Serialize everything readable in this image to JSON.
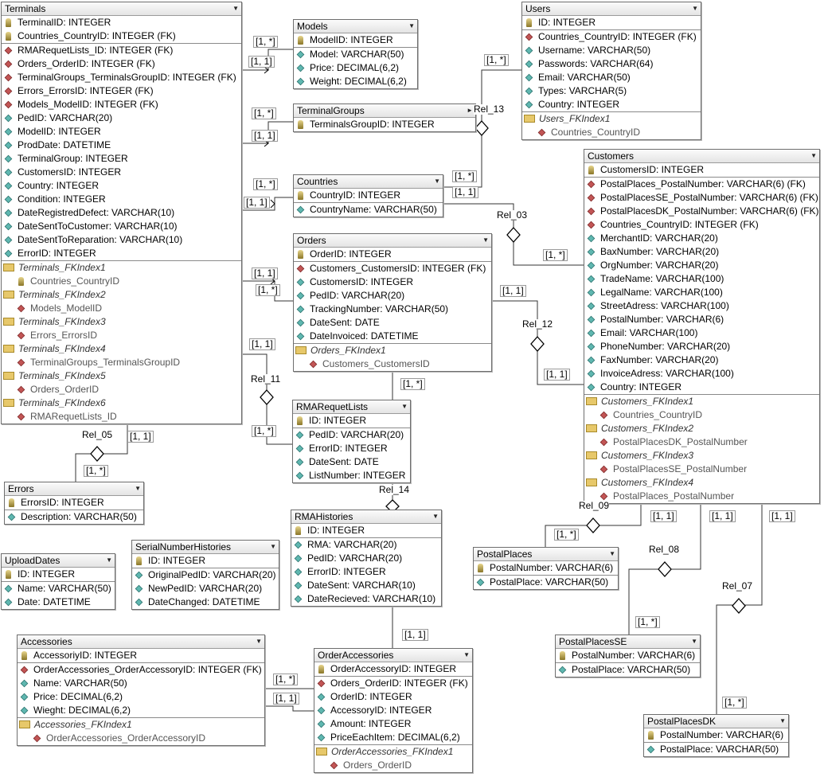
{
  "tables": [
    {
      "id": "terminals",
      "name": "Terminals",
      "dropdown": "▼",
      "columns": [
        {
          "t": "pk",
          "text": "TerminalID: INTEGER"
        },
        {
          "t": "pk",
          "text": "Countries_CountryID: INTEGER (FK)"
        },
        {
          "t": "sep"
        },
        {
          "t": "fk",
          "text": "RMARequetLists_ID: INTEGER (FK)"
        },
        {
          "t": "fk",
          "text": "Orders_OrderID: INTEGER (FK)"
        },
        {
          "t": "fk",
          "text": "TerminalGroups_TerminalsGroupID: INTEGER (FK)"
        },
        {
          "t": "fk",
          "text": "Errors_ErrorsID: INTEGER (FK)"
        },
        {
          "t": "fk",
          "text": "Models_ModelID: INTEGER (FK)"
        },
        {
          "t": "at",
          "text": "PedID: VARCHAR(20)"
        },
        {
          "t": "at",
          "text": "ModelID: INTEGER"
        },
        {
          "t": "at",
          "text": "ProdDate: DATETIME"
        },
        {
          "t": "at",
          "text": "TerminalGroup: INTEGER"
        },
        {
          "t": "at",
          "text": "CustomersID: INTEGER"
        },
        {
          "t": "at",
          "text": "Country: INTEGER"
        },
        {
          "t": "at",
          "text": "Condition: INTEGER"
        },
        {
          "t": "at",
          "text": "DateRegistredDefect: VARCHAR(10)"
        },
        {
          "t": "at",
          "text": "DateSentToCustomer: VARCHAR(10)"
        },
        {
          "t": "at",
          "text": "DateSentToReparation: VARCHAR(10)"
        },
        {
          "t": "at",
          "text": "ErrorID: INTEGER"
        }
      ],
      "indexes": [
        {
          "name": "Terminals_FKIndex1",
          "col": "Countries_CountryID",
          "colType": "pk"
        },
        {
          "name": "Terminals_FKIndex2",
          "col": "Models_ModelID",
          "colType": "fk"
        },
        {
          "name": "Terminals_FKIndex3",
          "col": "Errors_ErrorsID",
          "colType": "fk"
        },
        {
          "name": "Terminals_FKIndex4",
          "col": "TerminalGroups_TerminalsGroupID",
          "colType": "fk"
        },
        {
          "name": "Terminals_FKIndex5",
          "col": "Orders_OrderID",
          "colType": "fk"
        },
        {
          "name": "Terminals_FKIndex6",
          "col": "RMARequetLists_ID",
          "colType": "fk"
        }
      ]
    },
    {
      "id": "models",
      "name": "Models",
      "dropdown": "▼",
      "columns": [
        {
          "t": "pk",
          "text": "ModelID: INTEGER"
        },
        {
          "t": "sep"
        },
        {
          "t": "at",
          "text": "Model: VARCHAR(50)"
        },
        {
          "t": "at",
          "text": "Price: DECIMAL(6,2)"
        },
        {
          "t": "at",
          "text": "Weight: DECIMAL(6,2)"
        }
      ],
      "indexes": []
    },
    {
      "id": "terminalgroups",
      "name": "TerminalGroups",
      "dropdown": "►",
      "columns": [
        {
          "t": "pk",
          "text": "TerminalsGroupID: INTEGER"
        }
      ],
      "indexes": []
    },
    {
      "id": "countries",
      "name": "Countries",
      "dropdown": "▼",
      "columns": [
        {
          "t": "pk",
          "text": "CountryID: INTEGER"
        },
        {
          "t": "sep"
        },
        {
          "t": "at",
          "text": "CountryName: VARCHAR(50)"
        }
      ],
      "indexes": []
    },
    {
      "id": "users",
      "name": "Users",
      "dropdown": "▼",
      "columns": [
        {
          "t": "pk",
          "text": "ID: INTEGER"
        },
        {
          "t": "sep"
        },
        {
          "t": "fk",
          "text": "Countries_CountryID: INTEGER (FK)"
        },
        {
          "t": "at",
          "text": "Username: VARCHAR(50)"
        },
        {
          "t": "at",
          "text": "Passwords: VARCHAR(64)"
        },
        {
          "t": "at",
          "text": "Email: VARCHAR(50)"
        },
        {
          "t": "at",
          "text": "Types: VARCHAR(5)"
        },
        {
          "t": "at",
          "text": "Country: INTEGER"
        }
      ],
      "indexes": [
        {
          "name": "Users_FKIndex1",
          "col": "Countries_CountryID",
          "colType": "fk"
        }
      ]
    },
    {
      "id": "customers",
      "name": "Customers",
      "dropdown": "▼",
      "columns": [
        {
          "t": "pk",
          "text": "CustomersID: INTEGER"
        },
        {
          "t": "sep"
        },
        {
          "t": "fk",
          "text": "PostalPlaces_PostalNumber: VARCHAR(6) (FK)"
        },
        {
          "t": "fk",
          "text": "PostalPlacesSE_PostalNumber: VARCHAR(6) (FK)"
        },
        {
          "t": "fk",
          "text": "PostalPlacesDK_PostalNumber: VARCHAR(6) (FK)"
        },
        {
          "t": "fk",
          "text": "Countries_CountryID: INTEGER (FK)"
        },
        {
          "t": "at",
          "text": "MerchantID: VARCHAR(20)"
        },
        {
          "t": "at",
          "text": "BaxNumber: VARCHAR(20)"
        },
        {
          "t": "at",
          "text": "OrgNumber: VARCHAR(20)"
        },
        {
          "t": "at",
          "text": "TradeName: VARCHAR(100)"
        },
        {
          "t": "at",
          "text": "LegalName: VARCHAR(100)"
        },
        {
          "t": "at",
          "text": "StreetAdress: VARCHAR(100)"
        },
        {
          "t": "at",
          "text": "PostalNumber: VARCHAR(6)"
        },
        {
          "t": "at",
          "text": "Email: VARCHAR(100)"
        },
        {
          "t": "at",
          "text": "PhoneNumber: VARCHAR(20)"
        },
        {
          "t": "at",
          "text": "FaxNumber: VARCHAR(20)"
        },
        {
          "t": "at",
          "text": "InvoiceAdress: VARCHAR(100)"
        },
        {
          "t": "at",
          "text": "Country: INTEGER"
        }
      ],
      "indexes": [
        {
          "name": "Customers_FKIndex1",
          "col": "Countries_CountryID",
          "colType": "fk"
        },
        {
          "name": "Customers_FKIndex2",
          "col": "PostalPlacesDK_PostalNumber",
          "colType": "fk"
        },
        {
          "name": "Customers_FKIndex3",
          "col": "PostalPlacesSE_PostalNumber",
          "colType": "fk"
        },
        {
          "name": "Customers_FKIndex4",
          "col": "PostalPlaces_PostalNumber",
          "colType": "fk"
        }
      ]
    },
    {
      "id": "orders",
      "name": "Orders",
      "dropdown": "▼",
      "columns": [
        {
          "t": "pk",
          "text": "OrderID: INTEGER"
        },
        {
          "t": "sep"
        },
        {
          "t": "fk",
          "text": "Customers_CustomersID: INTEGER (FK)"
        },
        {
          "t": "at",
          "text": "CustomersID: INTEGER"
        },
        {
          "t": "at",
          "text": "PedID: VARCHAR(20)"
        },
        {
          "t": "at",
          "text": "TrackingNumber: VARCHAR(50)"
        },
        {
          "t": "at",
          "text": "DateSent: DATE"
        },
        {
          "t": "at",
          "text": "DateInvoiced: DATETIME"
        }
      ],
      "indexes": [
        {
          "name": "Orders_FKIndex1",
          "col": "Customers_CustomersID",
          "colType": "fk"
        }
      ]
    },
    {
      "id": "rmarequetlists",
      "name": "RMARequetLists",
      "dropdown": "▼",
      "columns": [
        {
          "t": "pk",
          "text": "ID: INTEGER"
        },
        {
          "t": "sep"
        },
        {
          "t": "at",
          "text": "PedID: VARCHAR(20)"
        },
        {
          "t": "at",
          "text": "ErrorID: INTEGER"
        },
        {
          "t": "at",
          "text": "DateSent: DATE"
        },
        {
          "t": "at",
          "text": "ListNumber: INTEGER"
        }
      ],
      "indexes": []
    },
    {
      "id": "errors",
      "name": "Errors",
      "dropdown": "▼",
      "columns": [
        {
          "t": "pk",
          "text": "ErrorsID: INTEGER"
        },
        {
          "t": "sep"
        },
        {
          "t": "at",
          "text": "Description: VARCHAR(50)"
        }
      ],
      "indexes": []
    },
    {
      "id": "uploaddates",
      "name": "UploadDates",
      "dropdown": "▼",
      "columns": [
        {
          "t": "pk",
          "text": "ID: INTEGER"
        },
        {
          "t": "sep"
        },
        {
          "t": "at",
          "text": "Name: VARCHAR(50)"
        },
        {
          "t": "at",
          "text": "Date: DATETIME"
        }
      ],
      "indexes": []
    },
    {
      "id": "serialnumberhistories",
      "name": "SerialNumberHistories",
      "dropdown": "▼",
      "columns": [
        {
          "t": "pk",
          "text": "ID: INTEGER"
        },
        {
          "t": "sep"
        },
        {
          "t": "at",
          "text": "OriginalPedID: VARCHAR(20)"
        },
        {
          "t": "at",
          "text": "NewPedID: VARCHAR(20)"
        },
        {
          "t": "at",
          "text": "DateChanged: DATETIME"
        }
      ],
      "indexes": []
    },
    {
      "id": "rmahistories",
      "name": "RMAHistories",
      "dropdown": "▼",
      "columns": [
        {
          "t": "pk",
          "text": "ID: INTEGER"
        },
        {
          "t": "sep"
        },
        {
          "t": "at",
          "text": "RMA: VARCHAR(20)"
        },
        {
          "t": "at",
          "text": "PedID: VARCHAR(20)"
        },
        {
          "t": "at",
          "text": "ErrorID: INTEGER"
        },
        {
          "t": "at",
          "text": "DateSent: VARCHAR(10)"
        },
        {
          "t": "at",
          "text": "DateRecieved: VARCHAR(10)"
        }
      ],
      "indexes": []
    },
    {
      "id": "postalplaces",
      "name": "PostalPlaces",
      "dropdown": "▼",
      "columns": [
        {
          "t": "pk",
          "text": "PostalNumber: VARCHAR(6)"
        },
        {
          "t": "sep"
        },
        {
          "t": "at",
          "text": "PostalPlace: VARCHAR(50)"
        }
      ],
      "indexes": []
    },
    {
      "id": "postalplacesse",
      "name": "PostalPlacesSE",
      "dropdown": "▼",
      "columns": [
        {
          "t": "pk",
          "text": "PostalNumber: VARCHAR(6)"
        },
        {
          "t": "sep"
        },
        {
          "t": "at",
          "text": "PostalPlace: VARCHAR(50)"
        }
      ],
      "indexes": []
    },
    {
      "id": "postalplacesdk",
      "name": "PostalPlacesDK",
      "dropdown": "▼",
      "columns": [
        {
          "t": "pk",
          "text": "PostalNumber: VARCHAR(6)"
        },
        {
          "t": "sep"
        },
        {
          "t": "at",
          "text": "PostalPlace: VARCHAR(50)"
        }
      ],
      "indexes": []
    },
    {
      "id": "accessories",
      "name": "Accessories",
      "dropdown": "▼",
      "columns": [
        {
          "t": "pk",
          "text": "AccessoriyID: INTEGER"
        },
        {
          "t": "sep"
        },
        {
          "t": "fk",
          "text": "OrderAccessories_OrderAccessoryID: INTEGER (FK)"
        },
        {
          "t": "at",
          "text": "Name: VARCHAR(50)"
        },
        {
          "t": "at",
          "text": "Price: DECIMAL(6,2)"
        },
        {
          "t": "at",
          "text": "Wieght: DECIMAL(6,2)"
        }
      ],
      "indexes": [
        {
          "name": "Accessories_FKIndex1",
          "col": "OrderAccessories_OrderAccessoryID",
          "colType": "fk"
        }
      ]
    },
    {
      "id": "orderaccessories",
      "name": "OrderAccessories",
      "dropdown": "▼",
      "columns": [
        {
          "t": "pk",
          "text": "OrderAccessoryID: INTEGER"
        },
        {
          "t": "sep"
        },
        {
          "t": "fk",
          "text": "Orders_OrderID: INTEGER (FK)"
        },
        {
          "t": "at",
          "text": "OrderID: INTEGER"
        },
        {
          "t": "at",
          "text": "AccessoryID: INTEGER"
        },
        {
          "t": "at",
          "text": "Amount: INTEGER"
        },
        {
          "t": "at",
          "text": "PriceEachItem: DECIMAL(6,2)"
        }
      ],
      "indexes": [
        {
          "name": "OrderAccessories_FKIndex1",
          "col": "Orders_OrderID",
          "colType": "fk"
        }
      ]
    }
  ],
  "cardinality_labels": [
    "[1, *]",
    "[1, 1]",
    "[1, *]",
    "[1, 1]",
    "[1, *]",
    "[1, 1]",
    "[1, 1]",
    "[1, *]",
    "[1, 1]",
    "[1, *]",
    "[1, *]",
    "[1, 1]",
    "[1, *]",
    "[1, 1]",
    "[1, 1]",
    "[1, *]",
    "[1, 1]",
    "[1, *]",
    "[1, *]",
    "[1, 1]",
    "[1, *]",
    "[1, 1]",
    "[1, *]",
    "[1, 1]",
    "[1, *]",
    "[1, 1]",
    "[1, *]",
    "[1, 1]",
    "[1, *]",
    "[1, 1]",
    "[1, *]"
  ],
  "relationship_labels": [
    "Rel_13",
    "Rel_03",
    "Rel_12",
    "Rel_11",
    "Rel_05",
    "Rel_14",
    "Rel_09",
    "Rel_08",
    "Rel_07"
  ]
}
